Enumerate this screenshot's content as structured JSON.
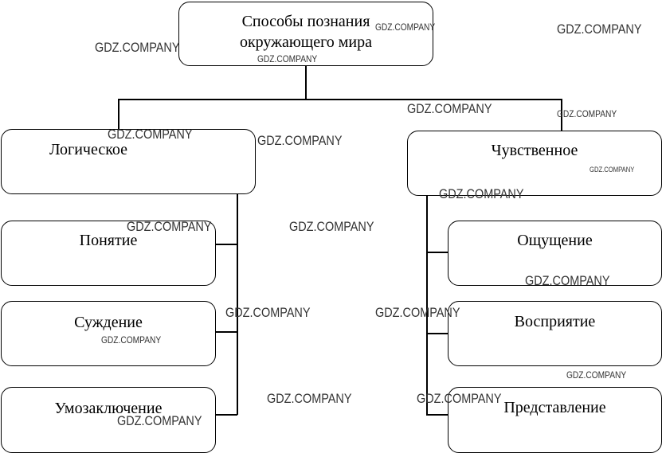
{
  "root": {
    "line1": "Способы познания",
    "line2": "окружающего мира"
  },
  "left": {
    "title": "Логическое",
    "children": [
      "Понятие",
      "Суждение",
      "Умозаключение"
    ]
  },
  "right": {
    "title": "Чувственное",
    "children": [
      "Ощущение",
      "Восприятие",
      "Представление"
    ]
  },
  "watermark": "GDZ.COMPANY"
}
